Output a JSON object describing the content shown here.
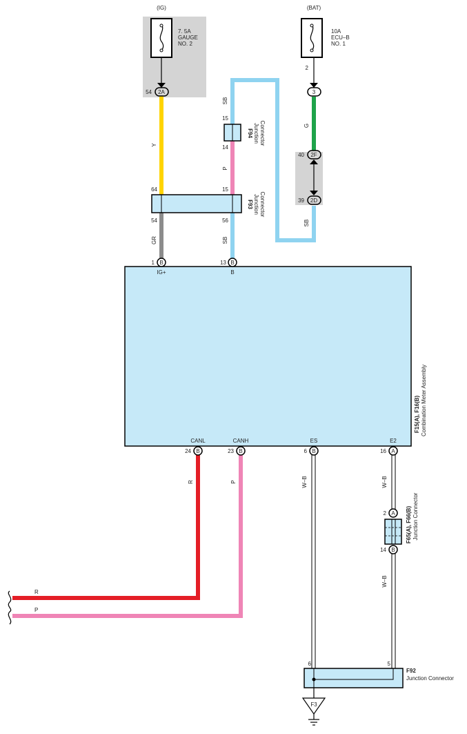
{
  "colors": {
    "yellow": "#ffd400",
    "gray": "#8c8c8c",
    "sky": "#8fd3f0",
    "pink": "#ef85b6",
    "green": "#1ea34a",
    "red": "#e41e26",
    "box_fill": "#c6e9f8",
    "shade": "#d4d4d4"
  },
  "sources": {
    "ig": "(IG)",
    "bat": "(BAT)"
  },
  "fuse_gauge": {
    "line1": "7. 5A",
    "line2": "GAUGE",
    "line3": "NO. 2"
  },
  "fuse_ecub": {
    "line1": "10A",
    "line2": "ECU–B",
    "line3": "NO. 1",
    "pin": "2"
  },
  "terminals": {
    "t2a": "2A",
    "t2a_pin": "54",
    "t3": "3",
    "t2f": "2F",
    "t2f_pin": "40",
    "t2d": "2D",
    "t2d_pin": "39"
  },
  "wire_colors": {
    "y": "Y",
    "sb1": "SB",
    "p1": "P",
    "g": "G",
    "sb2": "SB",
    "gr": "GR",
    "sb3": "SB",
    "r": "R",
    "p2": "P",
    "wb1": "W–B",
    "wb2": "W–B",
    "wb3": "W–B",
    "r_end": "R",
    "p_end": "P"
  },
  "f94": {
    "code": "F94",
    "name1": "Junction",
    "name2": "Connector",
    "pin_top": "15",
    "pin_bottom": "14"
  },
  "f93": {
    "code": "F93",
    "name1": "Junction",
    "name2": "Connector",
    "pin_tl": "64",
    "pin_tr": "15",
    "pin_bl": "54",
    "pin_br": "56"
  },
  "meter": {
    "code": "F15(A), F16(B)",
    "name": "Combination Meter Assembly",
    "ig_pin": "1",
    "ig_conn": "B",
    "ig_label": "IG+",
    "b_pin": "13",
    "b_conn": "B",
    "b_label": "B",
    "canl_pin": "24",
    "canl_conn": "B",
    "canl_label": "CANL",
    "canh_pin": "23",
    "canh_conn": "B",
    "canh_label": "CANH",
    "es_pin": "6",
    "es_conn": "B",
    "es_label": "ES",
    "e2_pin": "16",
    "e2_conn": "A",
    "e2_label": "E2"
  },
  "f65": {
    "code": "F65(A), F66(B)",
    "name": "Junction Connector",
    "pin_top": "2",
    "conn_top": "A",
    "pin_bottom": "14",
    "conn_bottom": "B"
  },
  "f92": {
    "code": "F92",
    "name": "Junction Connector",
    "pin_left": "6",
    "pin_right": "5"
  },
  "ground": {
    "label": "F3"
  }
}
